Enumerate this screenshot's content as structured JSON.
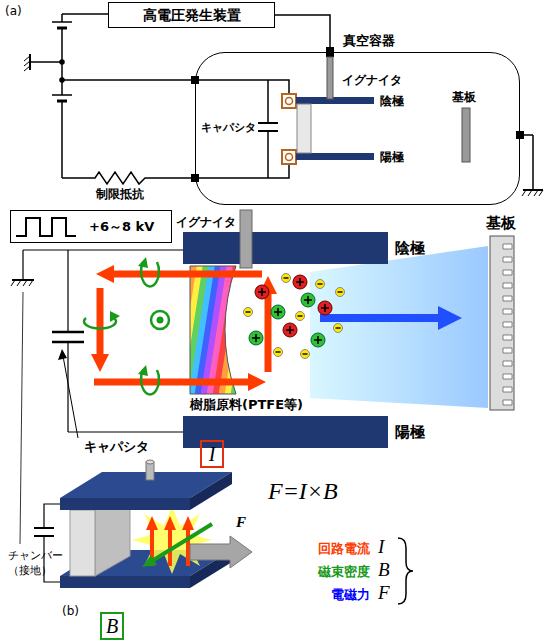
{
  "diagram": {
    "nodes": [
      {
        "text": [
          "高電圧発生装置"
        ]
      },
      {
        "text": [
          "真空容器"
        ]
      },
      {
        "text": [
          "+6～8 kV"
        ]
      },
      {
        "text": [
          "I"
        ]
      },
      {
        "text": [
          "B"
        ]
      }
    ],
    "edges": [
      {
        "from": 0,
        "to": 1,
        "arrow": "none"
      }
    ],
    "labels": [
      "(a)",
      "イグナイタ",
      "陰極",
      "キャパシタ",
      "陽極",
      "基板",
      "制限抵抗",
      "イグナイタ",
      "陰極",
      "基板",
      "樹脂原料(PTFE等)",
      "陽極",
      "キャパシタ",
      "チャンバー （接地）",
      "F",
      "F=I×B",
      "回路電流",
      "I",
      "磁束密度",
      "B",
      "電磁力",
      "F",
      "(b)"
    ]
  }
}
